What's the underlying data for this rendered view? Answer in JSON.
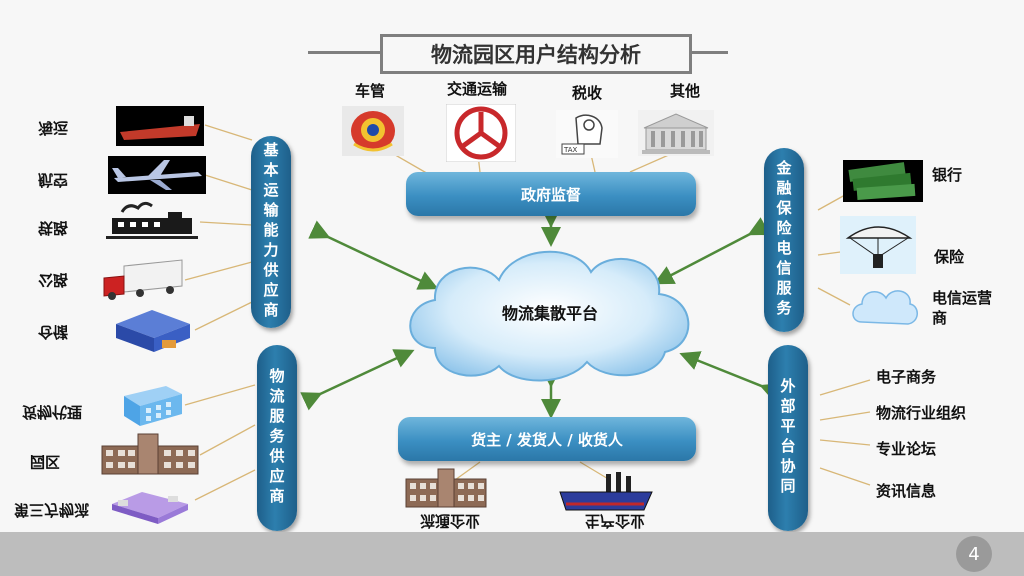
{
  "title": "物流园区用户结构分析",
  "gov_categories": [
    "车管",
    "交通运输",
    "税收",
    "其他"
  ],
  "gov_box": "政府监督",
  "center": "物流集散平台",
  "bottom_box": "货主 / 发货人 / 收货人",
  "left_top_pill": "基本运输能力供应商",
  "left_top_items": [
    "海运",
    "航空",
    "铁路",
    "公路",
    "仓储"
  ],
  "left_bottom_pill": "物流服务供应商",
  "left_bottom_items": [
    "货物代理",
    "园区",
    "第三方物流"
  ],
  "right_top_pill": "金融保险电信服务",
  "right_top_items": [
    "银行",
    "保险",
    "电信运营商"
  ],
  "right_bottom_pill": "外部平台协同",
  "right_bottom_items": [
    "电子商务",
    "物流行业组织",
    "专业论坛",
    "资讯信息"
  ],
  "bottom_enterprises": [
    "流通企业",
    "生产企业"
  ],
  "page_number": "4"
}
